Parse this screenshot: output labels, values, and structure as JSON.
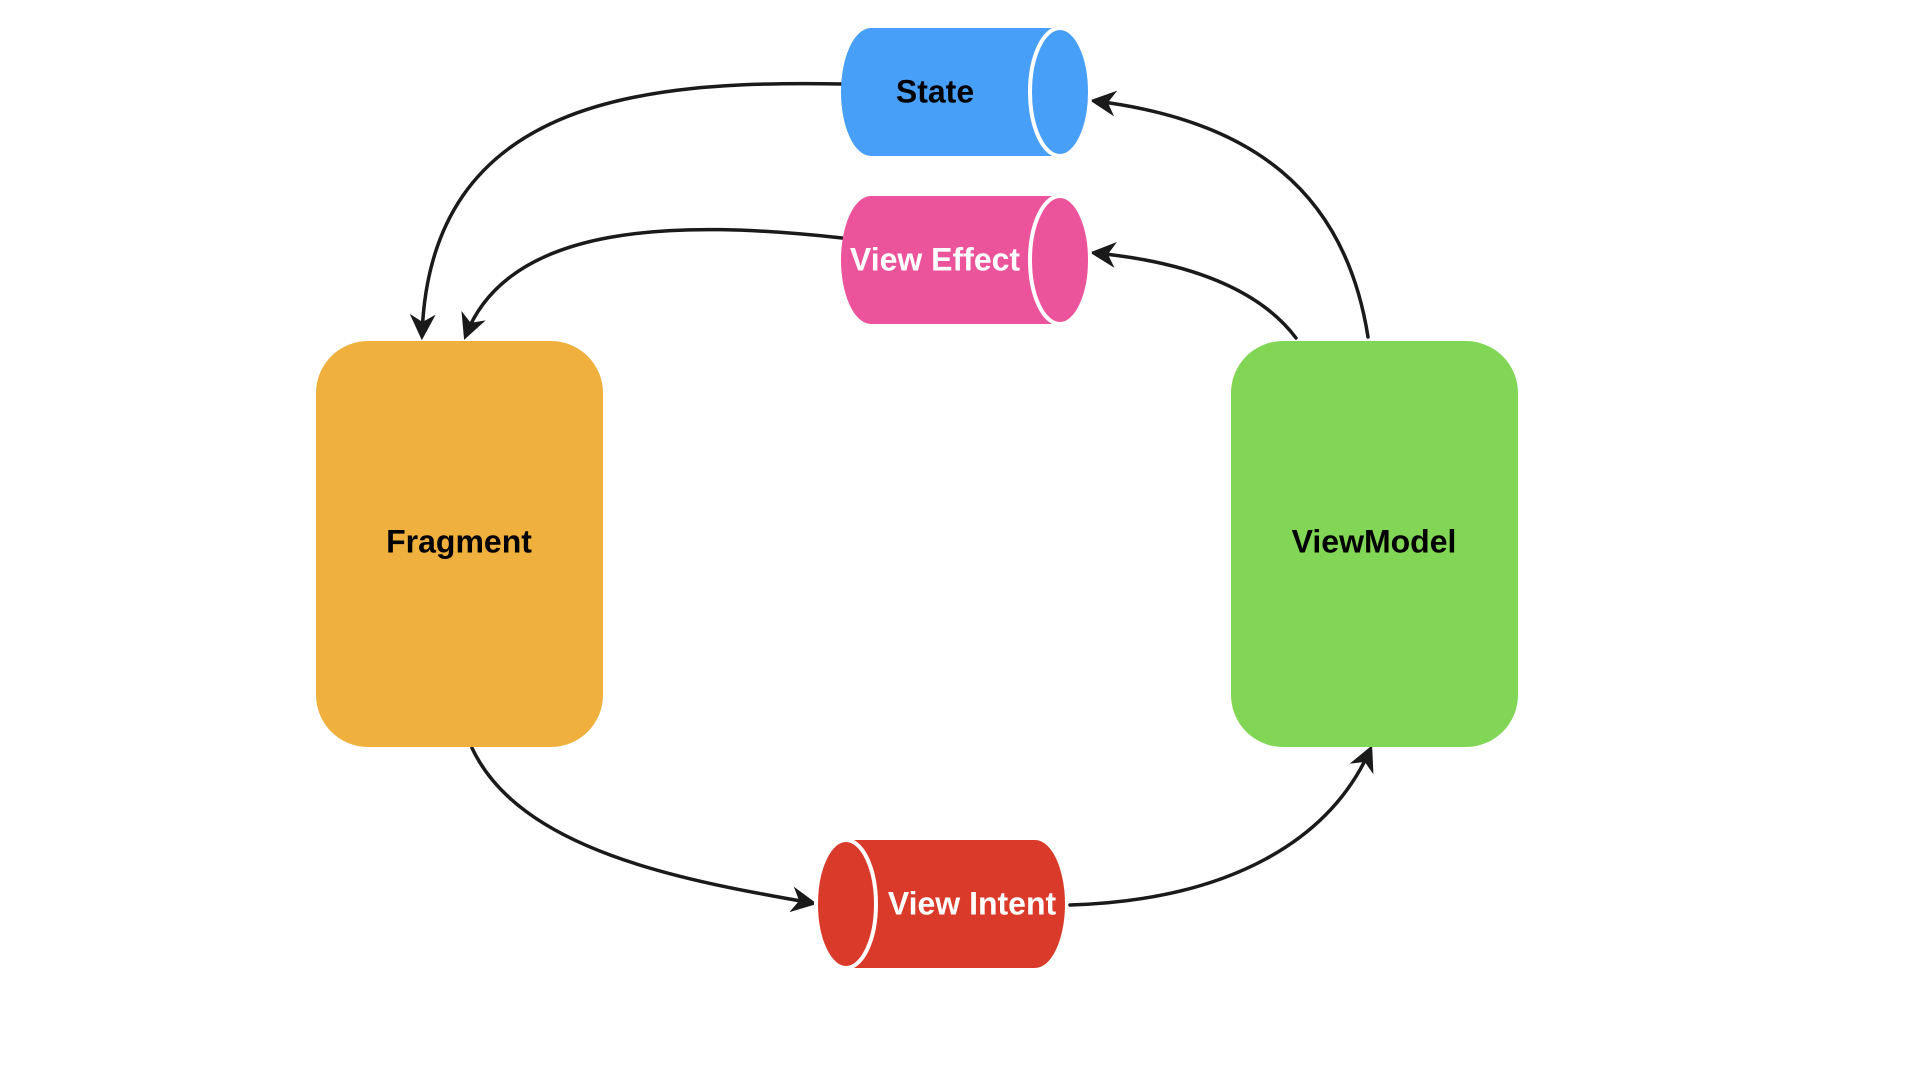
{
  "diagram": {
    "nodes": {
      "fragment": {
        "label": "Fragment",
        "fill": "#F0B03E",
        "text_color": "#000000"
      },
      "viewmodel": {
        "label": "ViewModel",
        "fill": "#82D655",
        "text_color": "#000000"
      },
      "state": {
        "label": "State",
        "fill": "#489FF8",
        "text_color": "#000000"
      },
      "view_effect": {
        "label": "View Effect",
        "fill": "#EB539A",
        "text_color": "#ffffff"
      },
      "view_intent": {
        "label": "View Intent",
        "fill": "#D93A29",
        "text_color": "#ffffff"
      }
    },
    "edges": [
      {
        "from": "ViewModel",
        "to": "State"
      },
      {
        "from": "State",
        "to": "Fragment"
      },
      {
        "from": "ViewModel",
        "to": "View Effect"
      },
      {
        "from": "View Effect",
        "to": "Fragment"
      },
      {
        "from": "Fragment",
        "to": "View Intent"
      },
      {
        "from": "View Intent",
        "to": "ViewModel"
      }
    ],
    "arrow_color": "#1a1a1a"
  }
}
